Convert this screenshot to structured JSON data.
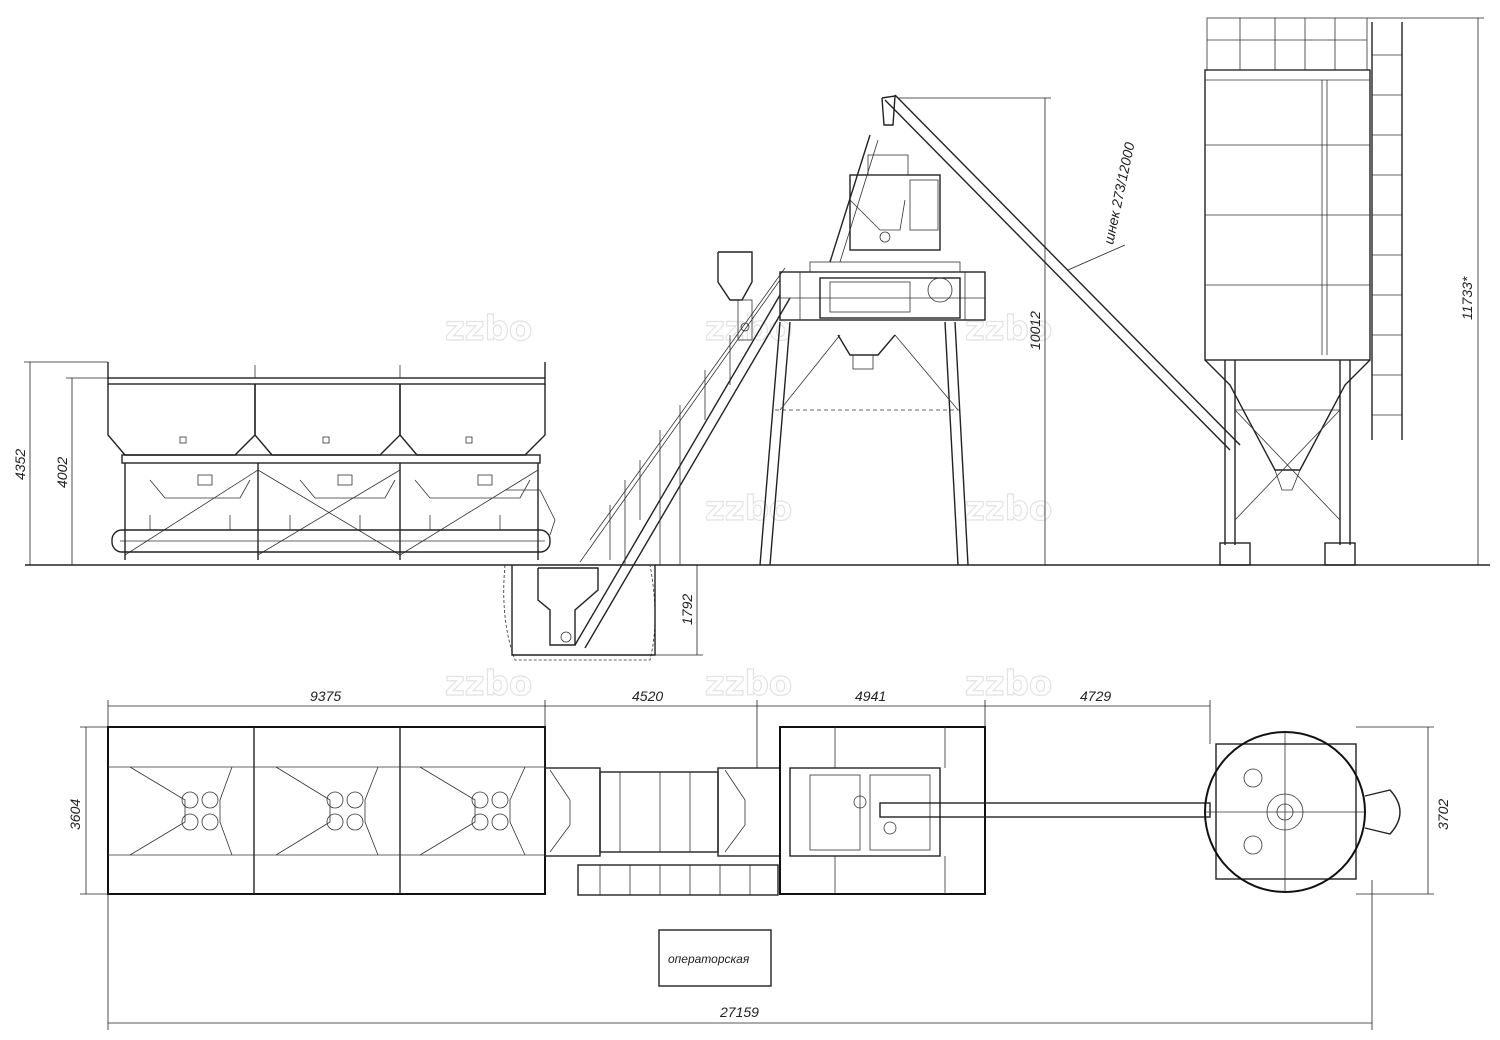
{
  "dimensions": {
    "side_height_total": "4352",
    "side_height_bins": "4002",
    "pit_depth": "1792",
    "mixer_height": "10012",
    "auger_label": "шнек 273/12000",
    "silo_height": "11733*",
    "plan_bins_length": "9375",
    "plan_conveyor_length": "4520",
    "plan_mixer_length": "4941",
    "plan_silo_offset": "4729",
    "plan_width_left": "3604",
    "plan_width_right": "3702",
    "overall_length": "27159"
  },
  "operator_room_label": "операторская",
  "watermark_text": "zzbo",
  "colors": {
    "line": "#222222",
    "background": "#ffffff",
    "watermark": "#e3e3e3"
  }
}
